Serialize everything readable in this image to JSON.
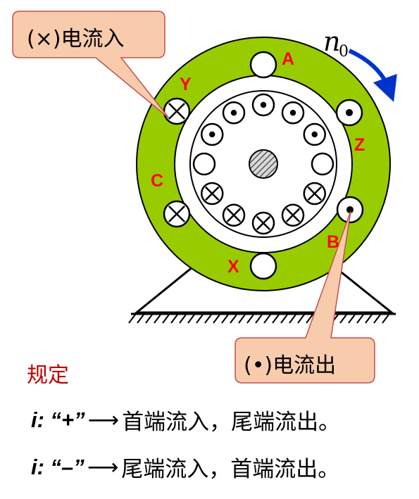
{
  "callouts": {
    "in_label": "(×)电流入",
    "out_label": "(•)电流出"
  },
  "diagram": {
    "speed_symbol": "n",
    "speed_subscript": "0",
    "coil_labels": {
      "A": "A",
      "B": "B",
      "C": "C",
      "X": "X",
      "Y": "Y",
      "Z": "Z"
    }
  },
  "rules": {
    "title": "规定",
    "line1": {
      "symbol": "i",
      "sign": ": “+”",
      "arrow": "⟶",
      "text": "首端流入，尾端流出。"
    },
    "line2": {
      "symbol": "i",
      "sign": ": “–”",
      "arrow": "⟶",
      "text": "尾端流入，首端流出。"
    }
  },
  "colors": {
    "stator": "#99cc00",
    "callout_fill": "#f8cbad",
    "arrow": "#0033cc",
    "label": "#ff0000",
    "rule_title": "#c00000"
  }
}
